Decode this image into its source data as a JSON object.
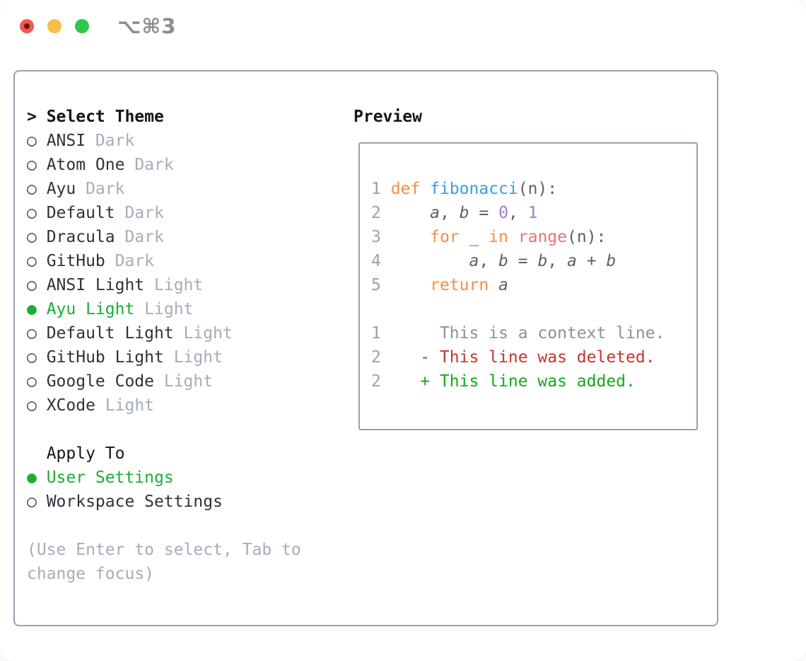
{
  "window": {
    "title": "⌥⌘3"
  },
  "markers": {
    "cursor": ">",
    "selected": "●",
    "unselected": "○"
  },
  "colors": {
    "traffic-red": "#F5564D",
    "traffic-red-dot": "#70100A",
    "traffic-yellow": "#F7BD4A",
    "traffic-green": "#30C747",
    "title-text": "#8C8C91",
    "panel-border": "#99A1AD",
    "header-text": "#131519",
    "item-text": "#2E333B",
    "radio-ring": "#3A3F46",
    "muted": "#A4ADBA",
    "accent-green": "#1BAE35",
    "code-fg": "#5C6166",
    "line-number": "#9AA2AE",
    "keyword": "#FA8D3E",
    "function": "#399EE6",
    "special": "#F07171",
    "number": "#A37ACC",
    "context": "#8A9199",
    "deleted": "#C4352B",
    "added": "#12AB18"
  },
  "theme_list": {
    "header": "Select Theme",
    "items": [
      {
        "name": "ANSI",
        "variant": "Dark",
        "selected": false
      },
      {
        "name": "Atom One",
        "variant": "Dark",
        "selected": false
      },
      {
        "name": "Ayu",
        "variant": "Dark",
        "selected": false
      },
      {
        "name": "Default",
        "variant": "Dark",
        "selected": false
      },
      {
        "name": "Dracula",
        "variant": "Dark",
        "selected": false
      },
      {
        "name": "GitHub",
        "variant": "Dark",
        "selected": false
      },
      {
        "name": "ANSI Light",
        "variant": "Light",
        "selected": false
      },
      {
        "name": "Ayu Light",
        "variant": "Light",
        "selected": true
      },
      {
        "name": "Default Light",
        "variant": "Light",
        "selected": false
      },
      {
        "name": "GitHub Light",
        "variant": "Light",
        "selected": false
      },
      {
        "name": "Google Code",
        "variant": "Light",
        "selected": false
      },
      {
        "name": "XCode",
        "variant": "Light",
        "selected": false
      }
    ]
  },
  "apply_to": {
    "header": "Apply To",
    "items": [
      {
        "name": "User Settings",
        "selected": true
      },
      {
        "name": "Workspace Settings",
        "selected": false
      }
    ]
  },
  "hint": {
    "line1": "(Use Enter to select, Tab to",
    "line2": "change focus)"
  },
  "preview": {
    "header": "Preview",
    "lines": [
      {
        "kind": "code",
        "ln": "1",
        "segs": [
          {
            "c": "fg",
            "t": " "
          },
          {
            "c": "kw",
            "t": "def"
          },
          {
            "c": "fg",
            "t": " "
          },
          {
            "c": "fn",
            "t": "fibonacci"
          },
          {
            "c": "fg",
            "t": "(n):"
          }
        ]
      },
      {
        "kind": "code",
        "ln": "2",
        "segs": [
          {
            "c": "fg",
            "t": "     "
          },
          {
            "c": "fgi",
            "t": "a"
          },
          {
            "c": "fg",
            "t": ", "
          },
          {
            "c": "fgi",
            "t": "b"
          },
          {
            "c": "fg",
            "t": " = "
          },
          {
            "c": "num",
            "t": "0"
          },
          {
            "c": "fg",
            "t": ", "
          },
          {
            "c": "num",
            "t": "1"
          }
        ]
      },
      {
        "kind": "code",
        "ln": "3",
        "segs": [
          {
            "c": "fg",
            "t": "     "
          },
          {
            "c": "kw",
            "t": "for"
          },
          {
            "c": "fg",
            "t": " _ "
          },
          {
            "c": "kw",
            "t": "in"
          },
          {
            "c": "fg",
            "t": " "
          },
          {
            "c": "rng",
            "t": "range"
          },
          {
            "c": "fg",
            "t": "(n):"
          }
        ]
      },
      {
        "kind": "code",
        "ln": "4",
        "segs": [
          {
            "c": "fg",
            "t": "         "
          },
          {
            "c": "fgi",
            "t": "a"
          },
          {
            "c": "fg",
            "t": ", "
          },
          {
            "c": "fgi",
            "t": "b"
          },
          {
            "c": "fg",
            "t": " = "
          },
          {
            "c": "fgi",
            "t": "b"
          },
          {
            "c": "fg",
            "t": ", "
          },
          {
            "c": "fgi",
            "t": "a"
          },
          {
            "c": "fg",
            "t": " + "
          },
          {
            "c": "fgi",
            "t": "b"
          }
        ]
      },
      {
        "kind": "code",
        "ln": "5",
        "segs": [
          {
            "c": "fg",
            "t": "     "
          },
          {
            "c": "kw",
            "t": "return"
          },
          {
            "c": "fg",
            "t": " "
          },
          {
            "c": "fgi",
            "t": "a"
          }
        ]
      },
      {
        "kind": "blank",
        "ln": "",
        "segs": []
      },
      {
        "kind": "context",
        "ln": "1",
        "segs": [
          {
            "c": "ctx",
            "t": "      This is a context line."
          }
        ]
      },
      {
        "kind": "deleted",
        "ln": "2",
        "segs": [
          {
            "c": "del",
            "t": "    - This line was deleted."
          }
        ]
      },
      {
        "kind": "added",
        "ln": "2",
        "segs": [
          {
            "c": "add",
            "t": "    + This line was added."
          }
        ]
      }
    ]
  }
}
